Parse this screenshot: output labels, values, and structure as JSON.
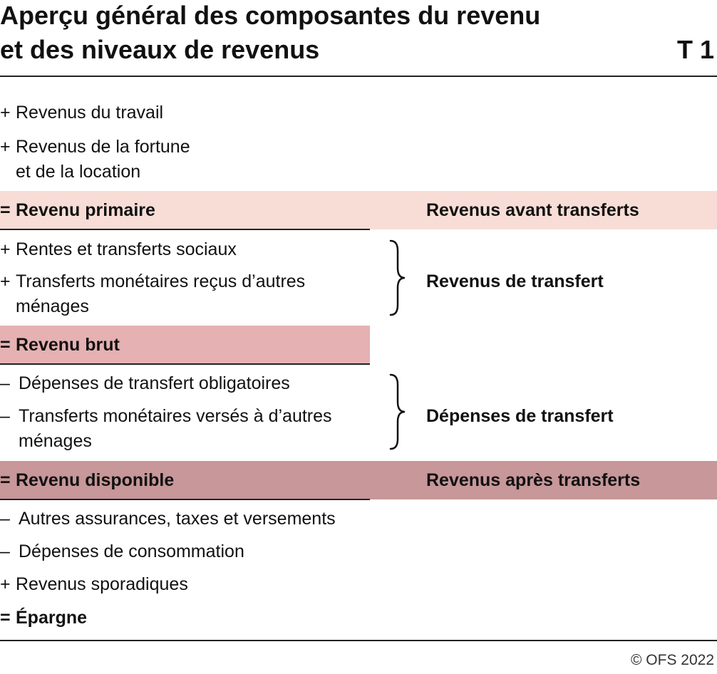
{
  "header": {
    "title_line1": "Aperçu général des composantes du revenu",
    "title_line2": "et des niveaux de revenus",
    "table_number": "T 1"
  },
  "colors": {
    "band_primary": "#f8ddd7",
    "band_gross": "#e5b1b3",
    "band_disposable": "#c79799"
  },
  "rows": {
    "labour": {
      "op": "+",
      "text": "Revenus du travail"
    },
    "property": {
      "op": "+",
      "text": "Revenus de la fortune",
      "text2": "et de la location"
    },
    "primary": {
      "op": "=",
      "text": "Revenu primaire"
    },
    "pensions": {
      "op": "+",
      "text": "Rentes et transferts sociaux"
    },
    "transfers_received": {
      "op": "+",
      "text": "Transferts monétaires reçus d’autres",
      "text2": "ménages"
    },
    "gross": {
      "op": "=",
      "text": "Revenu brut"
    },
    "mandatory_expenses": {
      "op": "–",
      "text": "Dépenses de transfert obligatoires"
    },
    "transfers_paid": {
      "op": "–",
      "text": "Transferts monétaires versés à d’autres",
      "text2": "ménages"
    },
    "disposable": {
      "op": "=",
      "text": "Revenu disponible"
    },
    "other_insurance": {
      "op": "–",
      "text": "Autres assurances, taxes et versements"
    },
    "consumption": {
      "op": "–",
      "text": "Dépenses de consommation"
    },
    "sporadic": {
      "op": "+",
      "text": "Revenus sporadiques"
    },
    "savings": {
      "op": "=",
      "text": "Épargne"
    }
  },
  "right_labels": {
    "before_transfers": "Revenus avant transferts",
    "transfer_income": "Revenus de transfert",
    "transfer_expenses": "Dépenses de transfert",
    "after_transfers": "Revenus après transferts"
  },
  "footer": {
    "copyright": "© OFS 2022"
  }
}
